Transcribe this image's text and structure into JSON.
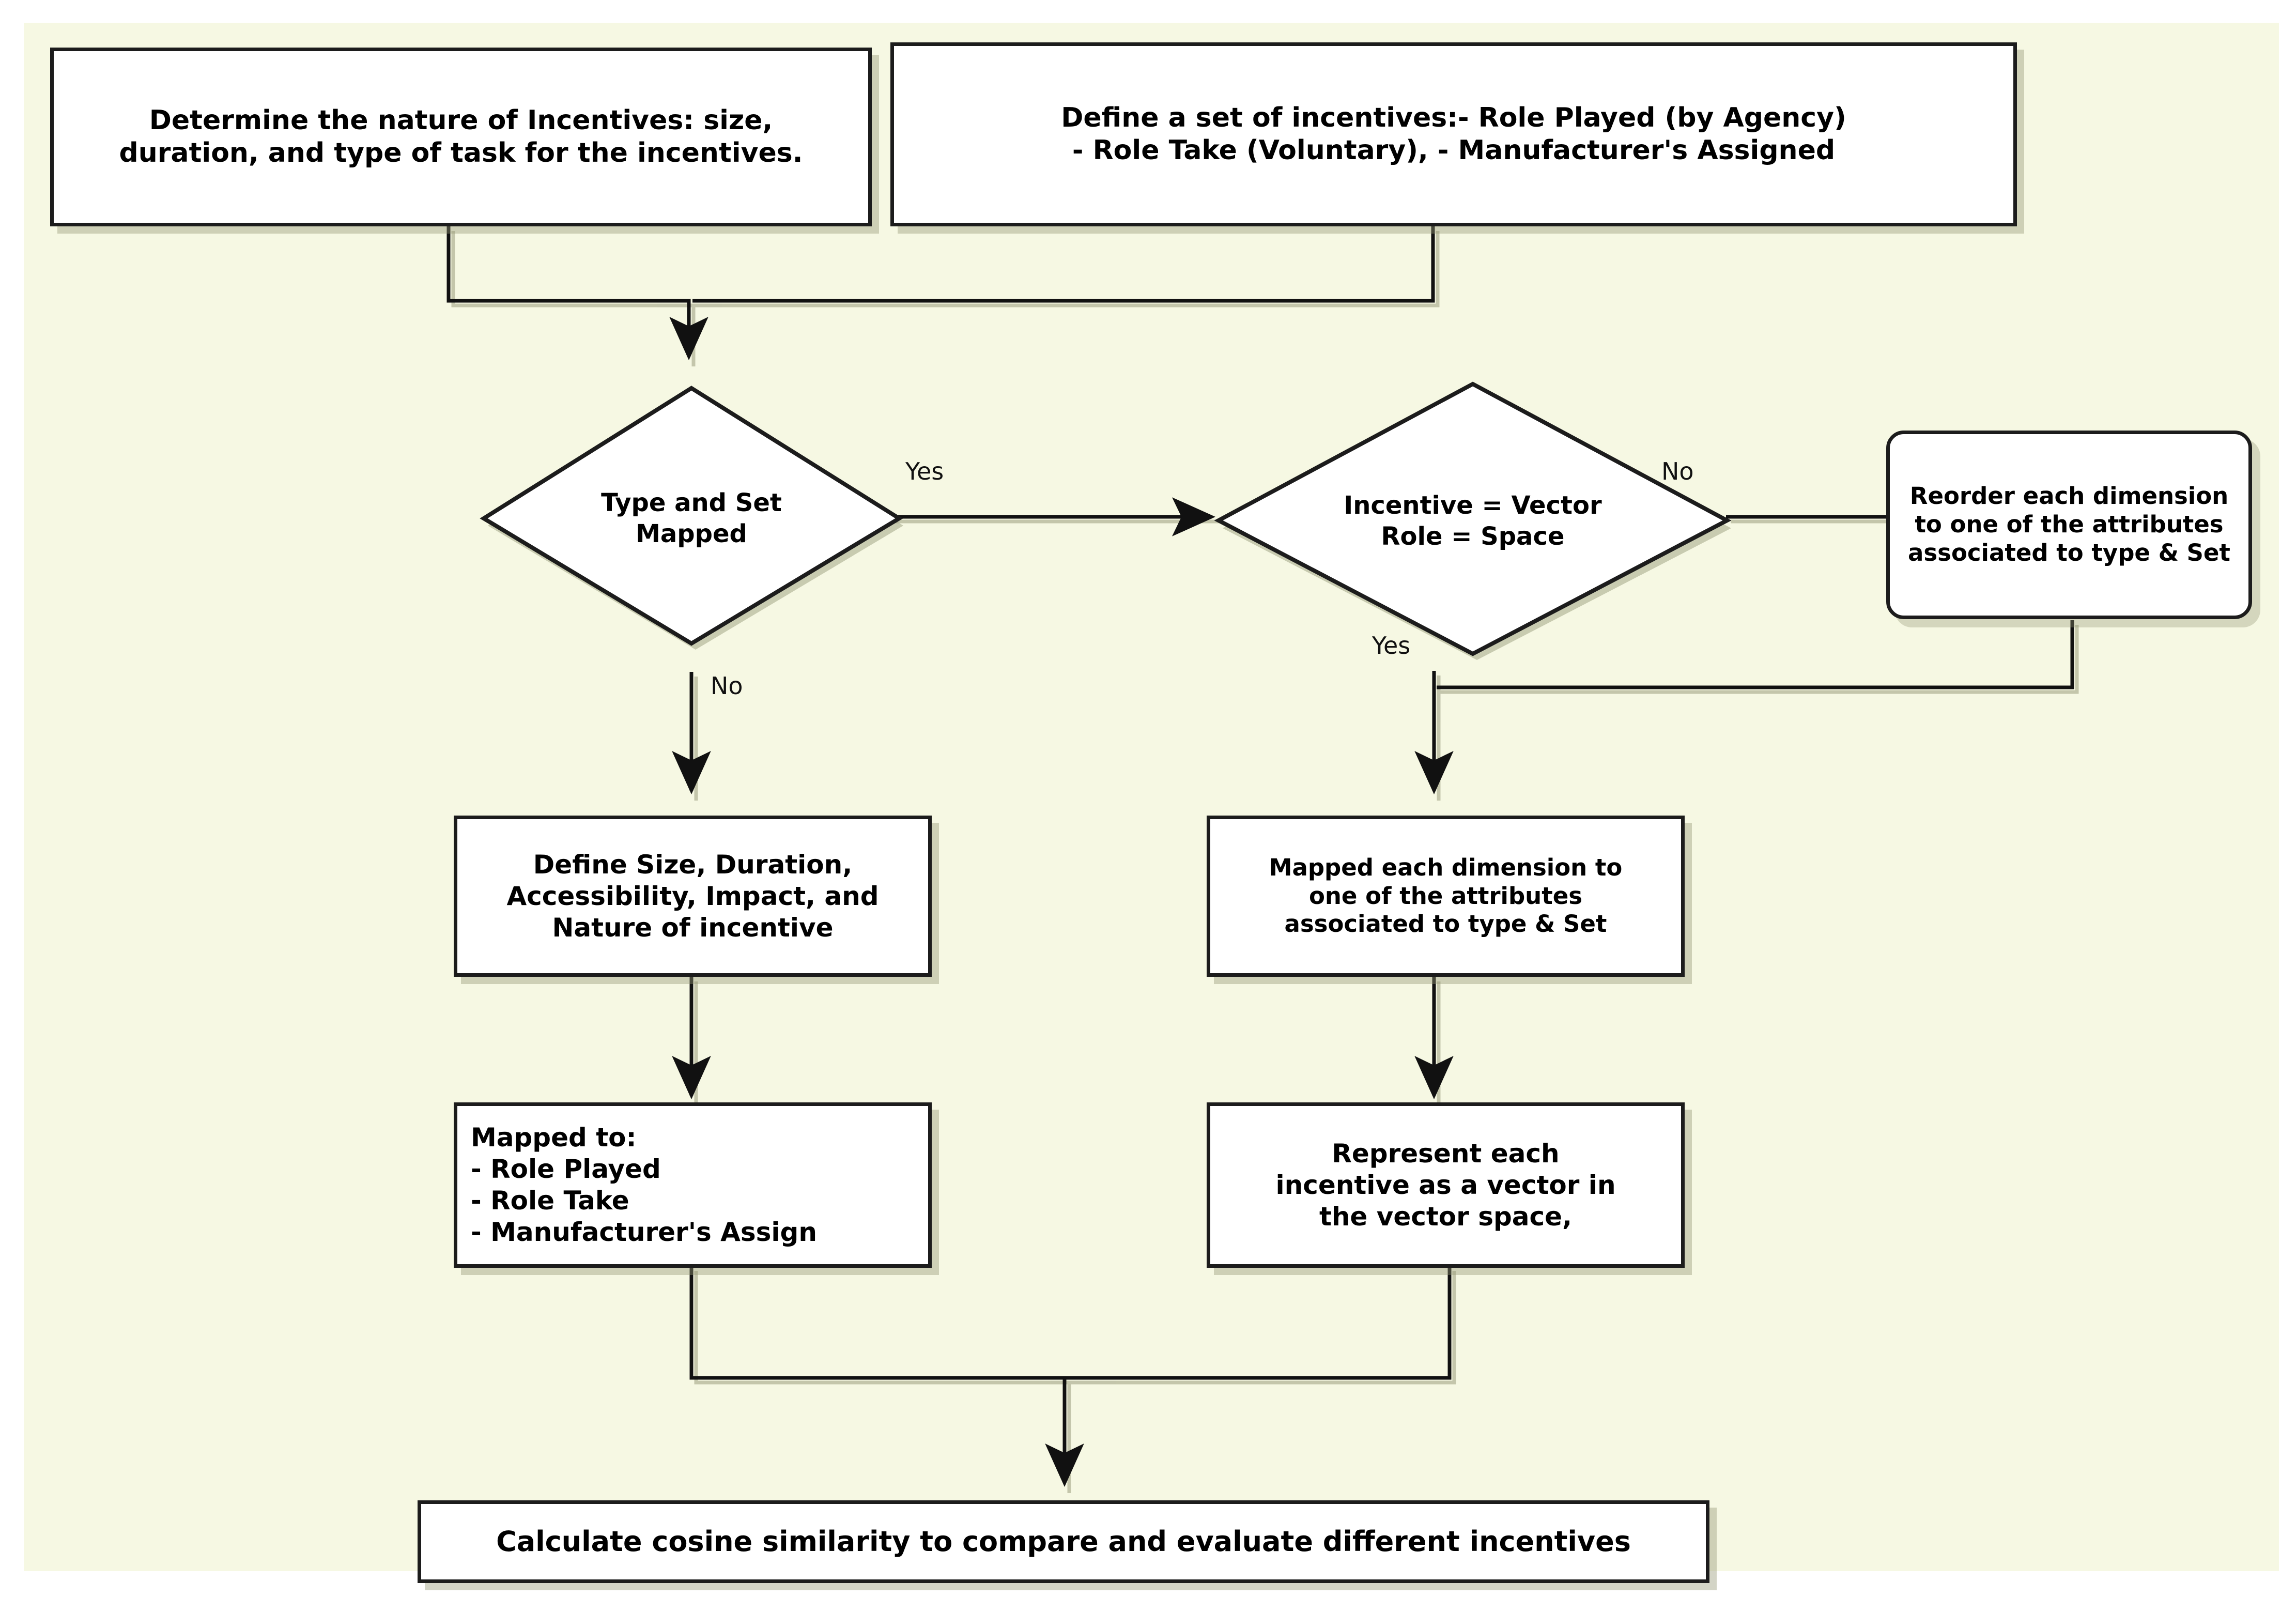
{
  "canvas": {
    "background": "#f6f8e3",
    "page_background": "#ffffff",
    "node_fill": "#ffffff",
    "node_stroke": "#1c1c1c",
    "shadow_color": "#969976",
    "text_color": "#000000"
  },
  "title": "Incentive definition and cosine-similarity evaluation flowchart",
  "nodes": {
    "determine_nature": {
      "id": "determine-nature-box",
      "shape": "rectangle",
      "line1": "Determine the nature of Incentives: size,",
      "line2": "duration, and type of task for the incentives."
    },
    "define_set": {
      "id": "define-set-box",
      "shape": "rectangle",
      "line1": "Define a set of incentives:- Role Played (by Agency)",
      "line2": "- Role Take (Voluntary), - Manufacturer's Assigned"
    },
    "type_set_mapped": {
      "id": "type-and-set-mapped-decision",
      "shape": "diamond",
      "line1": "Type and Set",
      "line2": "Mapped"
    },
    "incentive_vector": {
      "id": "incentive-vector-decision",
      "shape": "diamond",
      "line1": "Incentive = Vector",
      "line2": "Role = Space"
    },
    "reorder": {
      "id": "reorder-dimension-box",
      "shape": "rounded-rectangle",
      "line1": "Reorder each dimension",
      "line2": "to one of the attributes",
      "line3": "associated to type & Set"
    },
    "define_size": {
      "id": "define-size-duration-box",
      "shape": "rectangle",
      "line1": "Define Size, Duration,",
      "line2": "Accessibility, Impact, and",
      "line3": "Nature of incentive"
    },
    "mapped_dimension": {
      "id": "mapped-each-dimension-box",
      "shape": "rectangle",
      "line1": "Mapped each dimension to",
      "line2": "one of the attributes",
      "line3": "associated to type & Set"
    },
    "mapped_to": {
      "id": "mapped-to-list-box",
      "shape": "rectangle",
      "line1": "Mapped to:",
      "line2": "- Role Played",
      "line3": "- Role Take",
      "line4": "- Manufacturer's Assign"
    },
    "represent_vector": {
      "id": "represent-each-incentive-box",
      "shape": "rectangle",
      "line1": "Represent each",
      "line2": "incentive as a vector in",
      "line3": "the vector space,"
    },
    "calculate_cosine": {
      "id": "calculate-cosine-similarity-box",
      "shape": "rectangle",
      "line1": "Calculate cosine similarity to compare and evaluate different incentives"
    }
  },
  "edge_labels": {
    "type_set_yes": "Yes",
    "type_set_no": "No",
    "incentive_no": "No",
    "incentive_yes": "Yes"
  }
}
